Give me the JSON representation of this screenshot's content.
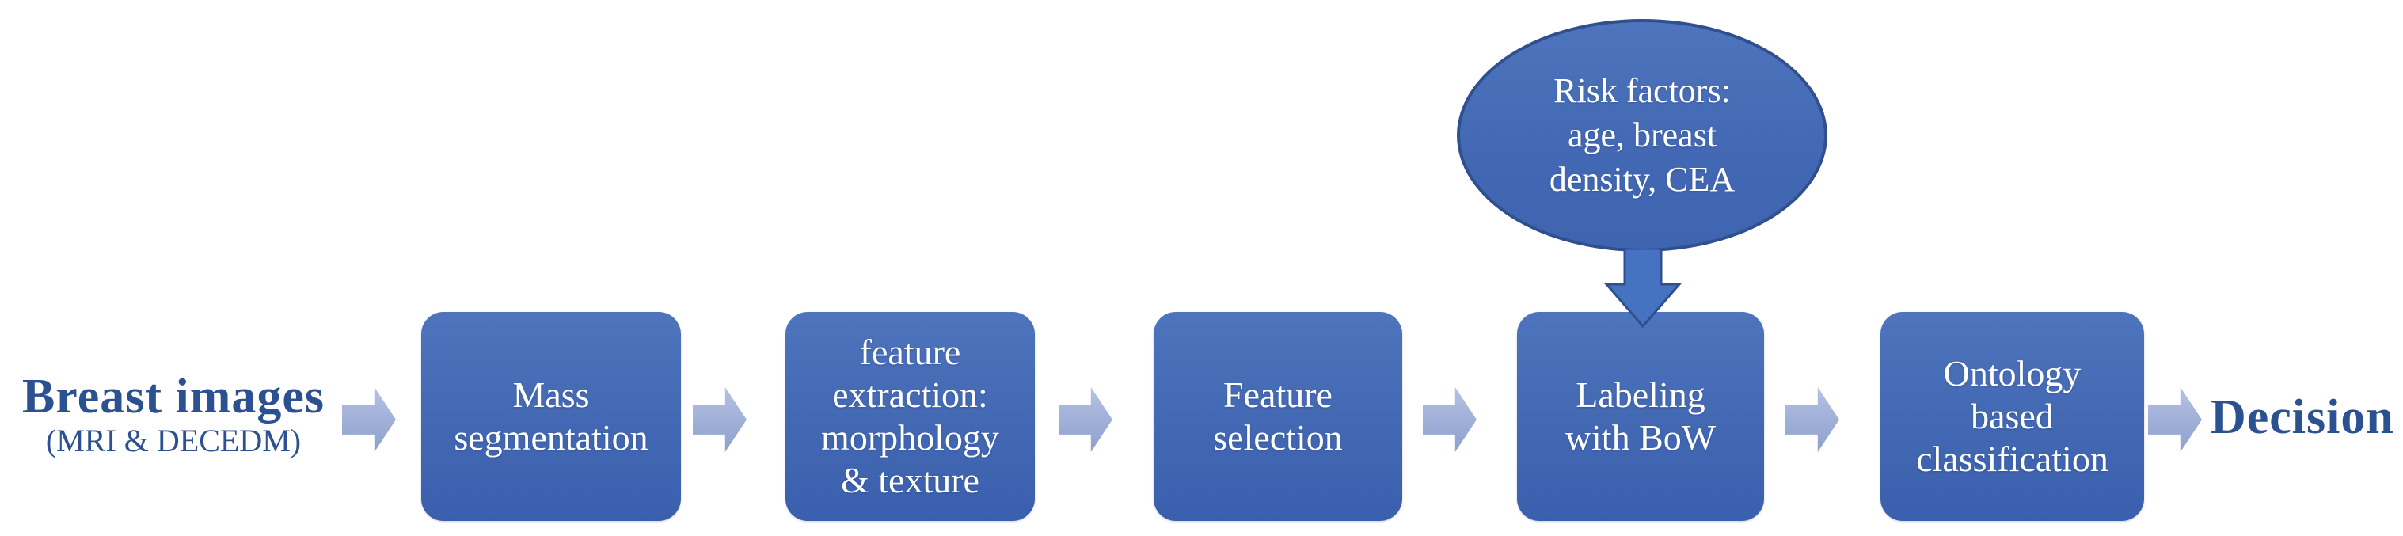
{
  "input": {
    "title": "Breast images",
    "subtitle": "(MRI & DECEDM)"
  },
  "steps": [
    {
      "name": "mass-segmentation",
      "lines": [
        "Mass",
        "segmentation"
      ]
    },
    {
      "name": "feature-extraction",
      "lines": [
        "feature",
        "extraction:",
        "morphology",
        "& texture"
      ]
    },
    {
      "name": "feature-selection",
      "lines": [
        "Feature",
        "selection"
      ]
    },
    {
      "name": "labeling-with-bow",
      "lines": [
        "Labeling",
        "with BoW"
      ]
    },
    {
      "name": "ontology-classification",
      "lines": [
        "Ontology",
        "based",
        "classification"
      ]
    }
  ],
  "risk_factors": {
    "lines": [
      "Risk factors:",
      "age, breast",
      "density, CEA"
    ]
  },
  "output": {
    "label": "Decision"
  },
  "colors": {
    "node_fill_top": "#4e74bd",
    "node_fill_bottom": "#3a5fad",
    "flow_arrow": "#a3b2d9",
    "label_text": "#2c5191",
    "node_text": "#ffffff",
    "ellipse_border": "#2f4f8f",
    "down_arrow_fill": "#4673c1"
  }
}
